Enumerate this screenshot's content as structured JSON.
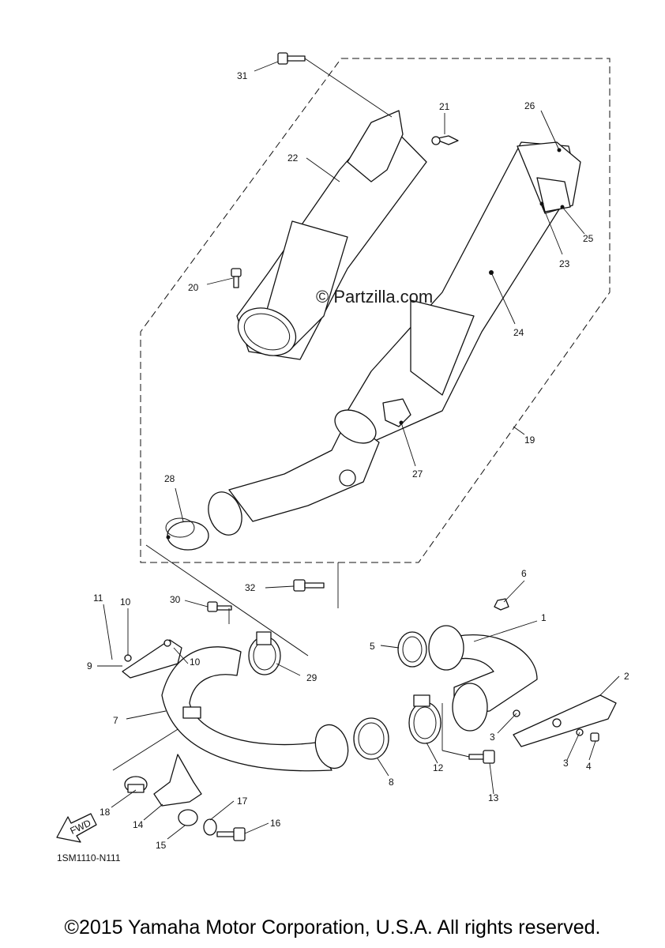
{
  "watermark": "© Partzilla.com",
  "diagram_code": "1SM1110-N111",
  "fwd_label": "FWD",
  "copyright": "©2015 Yamaha Motor Corporation, U.S.A. All rights reserved.",
  "callouts": {
    "c1": "1",
    "c2": "2",
    "c3a": "3",
    "c3b": "3",
    "c4": "4",
    "c5": "5",
    "c6": "6",
    "c7": "7",
    "c8": "8",
    "c9": "9",
    "c10a": "10",
    "c10b": "10",
    "c11": "11",
    "c12": "12",
    "c13": "13",
    "c14": "14",
    "c15": "15",
    "c16": "16",
    "c17": "17",
    "c18": "18",
    "c19": "19",
    "c20": "20",
    "c21": "21",
    "c22": "22",
    "c23": "23",
    "c24": "24",
    "c25": "25",
    "c26": "26",
    "c27": "27",
    "c28": "28",
    "c29": "29",
    "c30": "30",
    "c31": "31",
    "c32": "32"
  }
}
